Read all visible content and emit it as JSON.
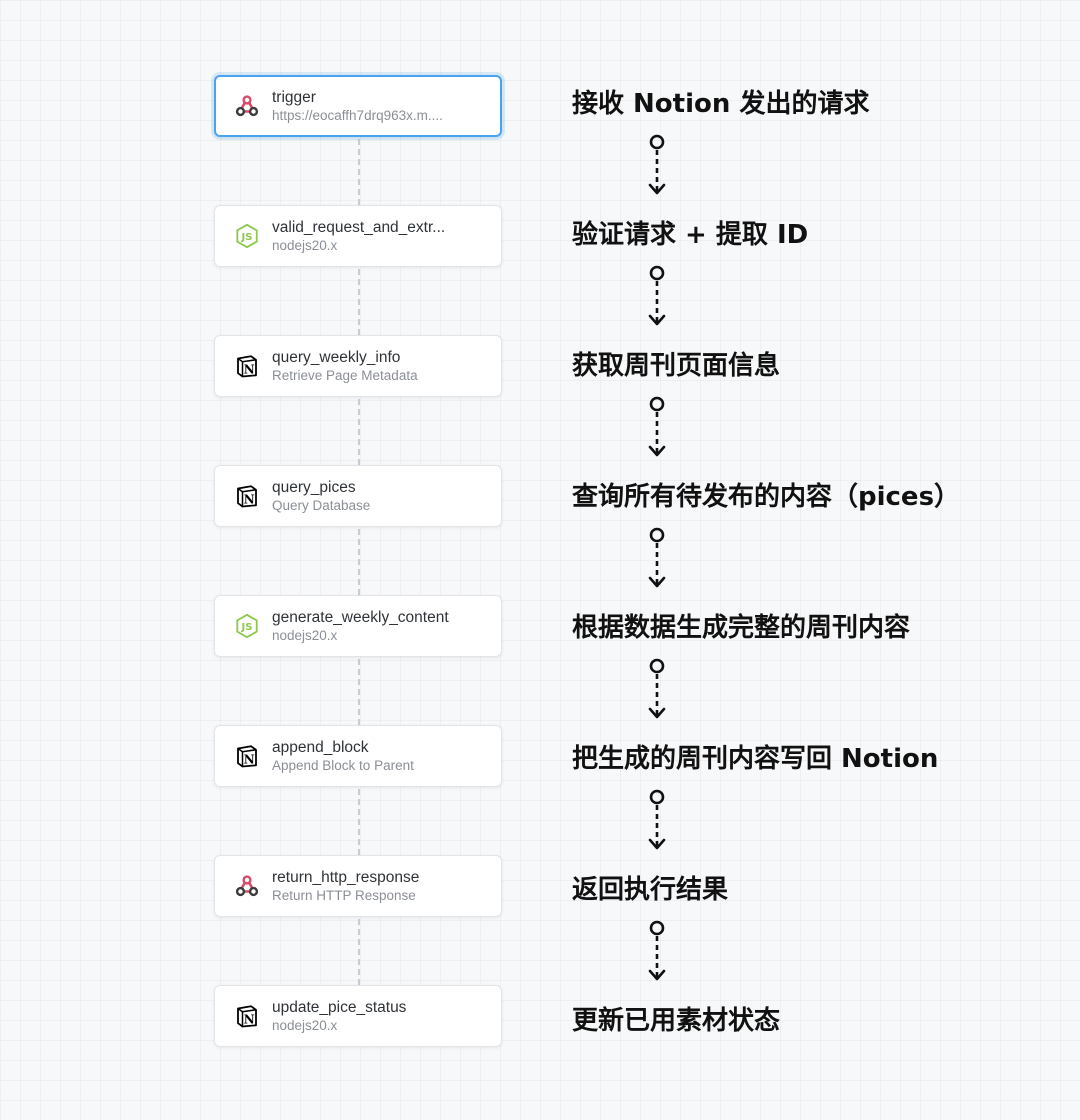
{
  "nodes": [
    {
      "name": "trigger",
      "sub": "https://eocaffh7drq963x.m....",
      "icon": "webhook-icon",
      "selected": true
    },
    {
      "name": "valid_request_and_extr...",
      "sub": "nodejs20.x",
      "icon": "nodejs-icon"
    },
    {
      "name": "query_weekly_info",
      "sub": "Retrieve Page Metadata",
      "icon": "notion-icon"
    },
    {
      "name": "query_pices",
      "sub": "Query Database",
      "icon": "notion-icon"
    },
    {
      "name": "generate_weekly_content",
      "sub": "nodejs20.x",
      "icon": "nodejs-icon"
    },
    {
      "name": "append_block",
      "sub": "Append Block to Parent",
      "icon": "notion-icon"
    },
    {
      "name": "return_http_response",
      "sub": "Return HTTP Response",
      "icon": "webhook-icon"
    },
    {
      "name": "update_pice_status",
      "sub": "nodejs20.x",
      "icon": "notion-icon"
    }
  ],
  "steps": [
    "接收 Notion 发出的请求",
    "验证请求 + 提取 ID",
    "获取周刊页面信息",
    "查询所有待发布的内容（pices）",
    "根据数据生成完整的周刊内容",
    "把生成的周刊内容写回 Notion",
    "返回执行结果",
    "更新已用素材状态"
  ],
  "colors": {
    "selected_border": "#4aa3f0",
    "webhook": "#d94a6a",
    "nodejs": "#8cc84b",
    "notion": "#000000"
  }
}
